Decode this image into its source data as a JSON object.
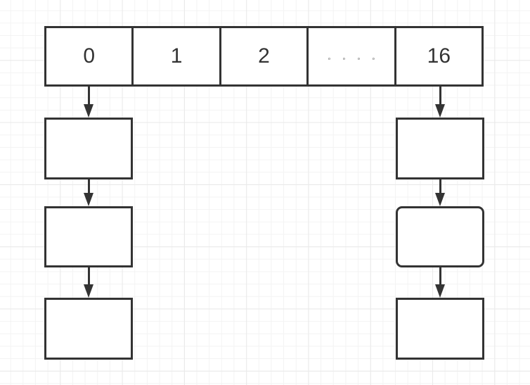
{
  "colors": {
    "stroke": "#333333",
    "shape_fill": "#ffffff",
    "text": "#333333",
    "grid_minor": "#f3f3f3",
    "grid_major": "#e9e9e9",
    "canvas_bg": "#ffffff"
  },
  "bucket_array": {
    "cells": [
      {
        "label": "0"
      },
      {
        "label": "1"
      },
      {
        "label": "2"
      },
      {
        "label": "◦ ◦ ◦ ◦"
      },
      {
        "label": "16"
      }
    ]
  },
  "chains": {
    "left": {
      "bucket_label": "0",
      "nodes": [
        {
          "label": ""
        },
        {
          "label": ""
        },
        {
          "label": ""
        }
      ]
    },
    "right": {
      "bucket_label": "16",
      "nodes": [
        {
          "label": ""
        },
        {
          "label": ""
        },
        {
          "label": ""
        }
      ]
    }
  }
}
